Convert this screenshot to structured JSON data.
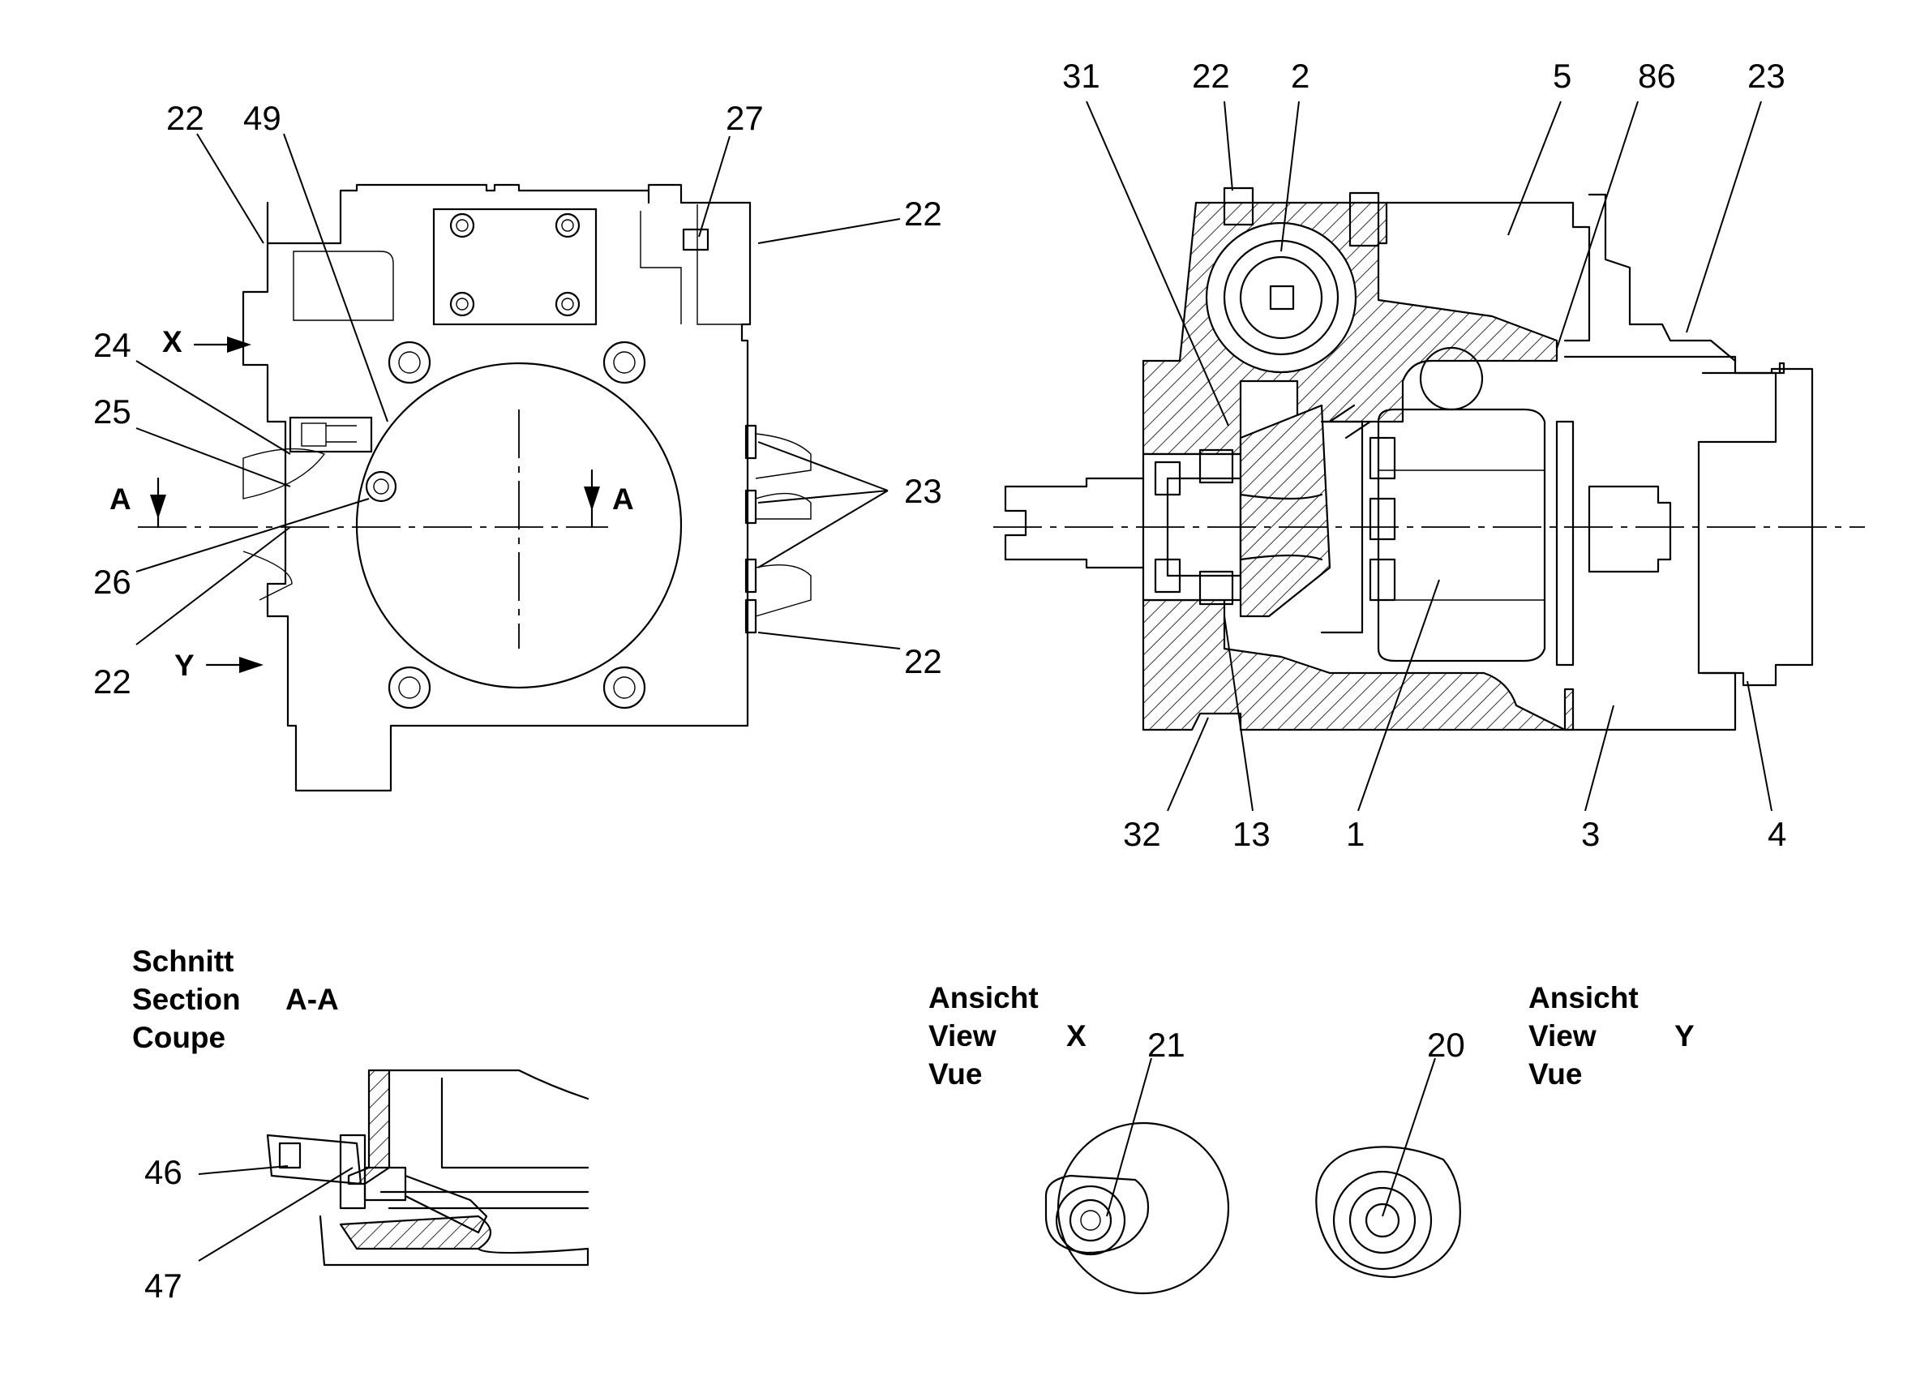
{
  "callouts": {
    "left_22_top": "22",
    "left_49": "49",
    "left_27": "27",
    "left_22_right_top": "22",
    "left_24": "24",
    "left_25": "25",
    "left_26": "26",
    "left_22_bottom_left": "22",
    "left_23": "23",
    "left_22_right_bottom": "22",
    "right_31": "31",
    "right_22": "22",
    "right_2": "2",
    "right_5": "5",
    "right_86": "86",
    "right_23": "23",
    "right_32": "32",
    "right_13": "13",
    "right_1": "1",
    "right_3": "3",
    "right_4": "4",
    "sec_46": "46",
    "sec_47": "47",
    "view_21": "21",
    "view_20": "20"
  },
  "markers": {
    "section_left": "A",
    "section_right": "A",
    "view_x": "X",
    "view_y": "Y"
  },
  "section_title": {
    "line1": "Schnitt",
    "line2": "Section",
    "line3": "Coupe",
    "id": "A-A"
  },
  "view_x_title": {
    "line1": "Ansicht",
    "line2": "View",
    "line3": "Vue",
    "id": "X"
  },
  "view_y_title": {
    "line1": "Ansicht",
    "line2": "View",
    "line3": "Vue",
    "id": "Y"
  }
}
